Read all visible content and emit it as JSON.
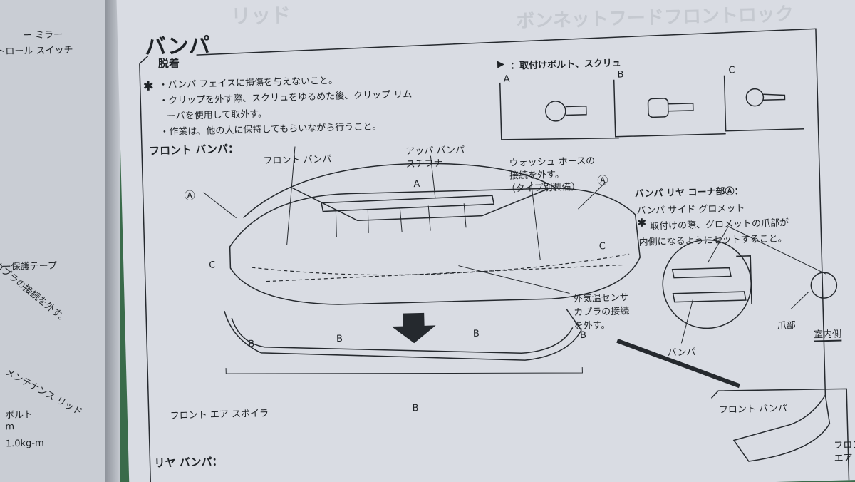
{
  "left_page": {
    "lines": [
      "ー ミラー",
      "トロール スイッチ",
      "カプラの接続を外す。",
      "ー保護テープ",
      "メンテナンス リッド",
      "ボルト",
      "m",
      "1.0kg-m"
    ]
  },
  "header": {
    "title": "バンパ",
    "ghost_right": "リッド",
    "ghost_far": "ボンネットフードフロントロック"
  },
  "section": {
    "label": "脱着"
  },
  "notes": [
    "・バンパ フェイスに損傷を与えないこと。",
    "・クリップを外す際、スクリュをゆるめた後、クリップ リム",
    "ーバを使用して取外す。",
    "・作業は、他の人に保持してもらいながら行うこと。"
  ],
  "fasteners": {
    "title": "：取付けボルト、スクリュ",
    "labels": [
      "A",
      "B",
      "C"
    ]
  },
  "front_bumper": {
    "heading": "フロント バンパ：",
    "labels": {
      "front_bumper": "フロント バンパ",
      "upper_stiff_1": "アッパ バンパ",
      "upper_stiff_2": "スチフナ",
      "washer_1": "ウォッシュ ホースの",
      "washer_2": "接続を外す。",
      "washer_3": "（タイプ別装備）",
      "sensor_1": "外気温センサ",
      "sensor_2": "カプラの接続",
      "sensor_3": "を外す。",
      "spoiler": "フロント エア スポイラ",
      "circle_a": "Ⓐ",
      "a": "A",
      "b": "B",
      "c": "C"
    }
  },
  "corner": {
    "title": "バンパ リヤ コーナ部Ⓐ：",
    "line1": "バンパ サイド グロメット",
    "line2": "取付けの際、グロメットの爪部が",
    "line3": "内側になるようにセットすること。",
    "bumper": "バンパ",
    "claw": "爪部",
    "inside": "室内側"
  },
  "detail": {
    "front_bumper": "フロント バンパ",
    "front_air_1": "フロント",
    "front_air_2": "エア スポイ"
  },
  "rear_bumper": {
    "heading": "リヤ バンパ："
  }
}
